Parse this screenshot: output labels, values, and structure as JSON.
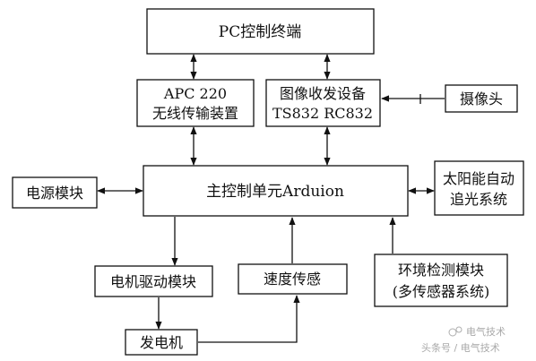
{
  "blocks": {
    "pc": "PC控制终端",
    "apc_line1": "APC 220",
    "apc_line2": "无线传输装置",
    "image_line1": "图像收发设备",
    "image_line2": "TS832  RC832",
    "camera": "摄像头",
    "power": "电源模块",
    "main": "主控制单元Arduion",
    "solar_line1": "太阳能自动",
    "solar_line2": "追光系统",
    "motor_driver": "电机驱动模块",
    "speed": "速度传感",
    "env_line1": "环境检测模块",
    "env_line2": "(多传感器系统)",
    "generator": "发电机"
  },
  "watermark": {
    "line1": "电气技术",
    "line2": "头条号 / 电气技术"
  }
}
